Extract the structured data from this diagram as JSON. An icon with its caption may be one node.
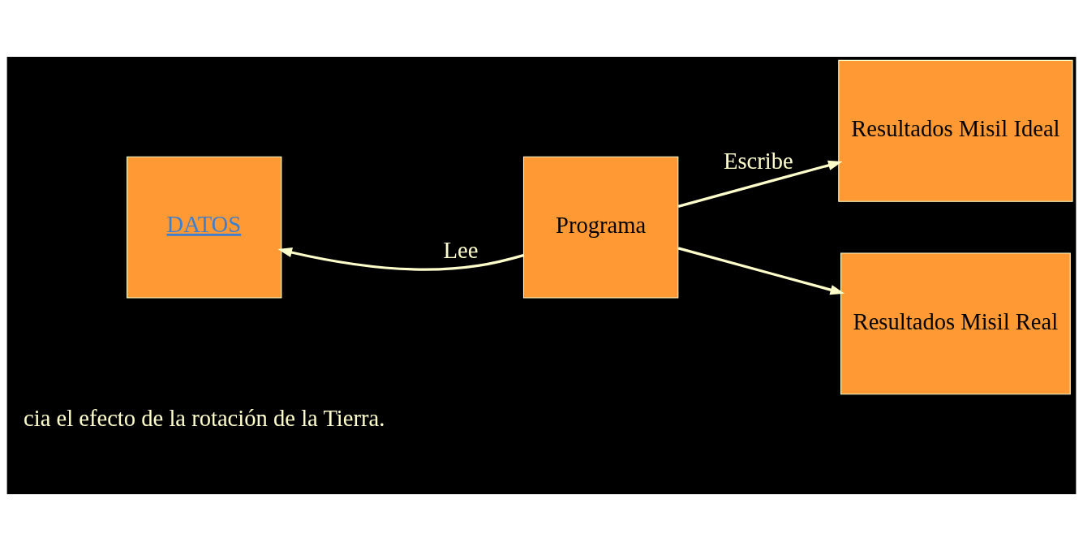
{
  "diagram": {
    "nodes": [
      {
        "text": [
          "DATOS"
        ]
      },
      {
        "text": [
          "Programa"
        ]
      },
      {
        "text": [
          "Resultados Misil Ideal"
        ]
      },
      {
        "text": [
          "Resultados Misil Real"
        ]
      }
    ],
    "edges": [
      {
        "from": 1,
        "to": 0,
        "arrow": "to",
        "label": "Lee"
      },
      {
        "from": 1,
        "to": 2,
        "arrow": "to",
        "label": "Escribe"
      },
      {
        "from": 1,
        "to": 3,
        "arrow": "to"
      }
    ],
    "labels": [
      "cia el efecto de la rotación de la Tierra."
    ]
  }
}
